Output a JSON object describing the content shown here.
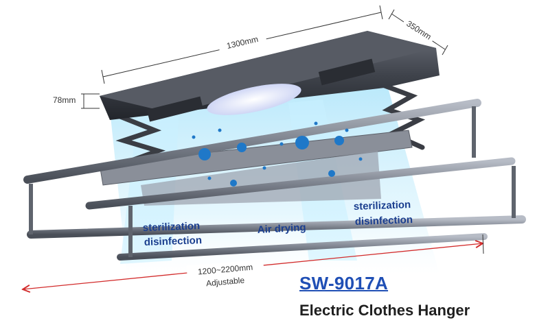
{
  "dimensions": {
    "length": "1300mm",
    "width": "350mm",
    "height": "78mm",
    "span": "1200~2200mm",
    "span_note": "Adjustable"
  },
  "features": {
    "left_1": "sterilization",
    "left_2": "disinfection",
    "center": "Air drying",
    "right_1": "sterilization",
    "right_2": "disinfection"
  },
  "product": {
    "model": "SW-9017A",
    "name": "Electric Clothes Hanger"
  },
  "colors": {
    "model_text": "#1f4fb5",
    "feature_text": "#1b3f8f",
    "span_arrow": "#d22a2a",
    "uv_light": "#9fdcf5",
    "germ": "#1f78c8"
  }
}
